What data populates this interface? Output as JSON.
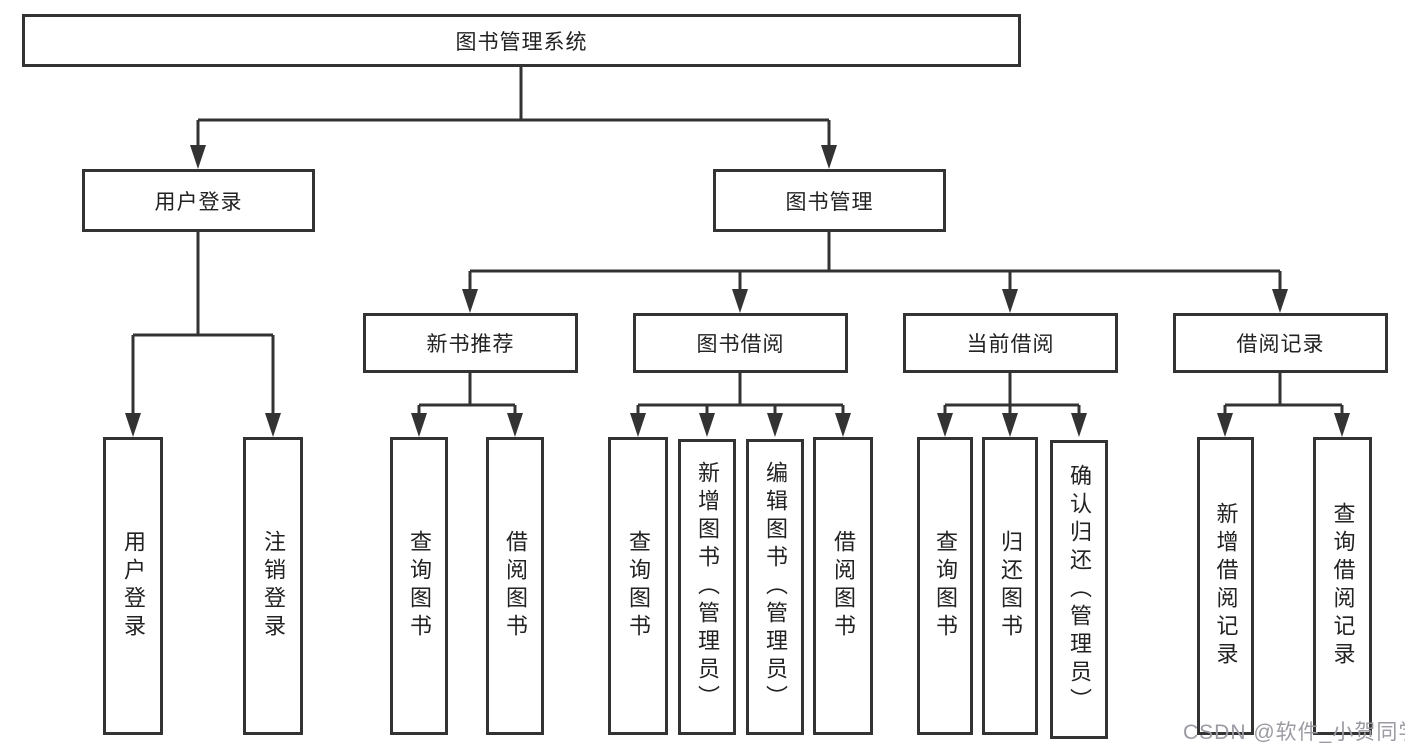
{
  "diagram": {
    "title": "图书管理系统",
    "root": {
      "label": "图书管理系统"
    },
    "level2": [
      {
        "label": "用户登录"
      },
      {
        "label": "图书管理"
      }
    ],
    "level3": [
      {
        "label": "新书推荐"
      },
      {
        "label": "图书借阅"
      },
      {
        "label": "当前借阅"
      },
      {
        "label": "借阅记录"
      }
    ],
    "leaves": [
      {
        "label": "用户登录",
        "parent": "用户登录"
      },
      {
        "label": "注销登录",
        "parent": "用户登录"
      },
      {
        "label": "查询图书",
        "parent": "新书推荐"
      },
      {
        "label": "借阅图书",
        "parent": "新书推荐"
      },
      {
        "label": "查询图书",
        "parent": "图书借阅"
      },
      {
        "label": "新增图书（管理员）",
        "parent": "图书借阅"
      },
      {
        "label": "编辑图书（管理员）",
        "parent": "图书借阅"
      },
      {
        "label": "借阅图书",
        "parent": "图书借阅"
      },
      {
        "label": "查询图书",
        "parent": "当前借阅"
      },
      {
        "label": "归还图书",
        "parent": "当前借阅"
      },
      {
        "label": "确认归还（管理员）",
        "parent": "当前借阅"
      },
      {
        "label": "新增借阅记录",
        "parent": "借阅记录"
      },
      {
        "label": "查询借阅记录",
        "parent": "借阅记录"
      }
    ]
  },
  "watermark": "CSDN @软件_小贺同学",
  "colors": {
    "line": "#333333",
    "box_border": "#333333",
    "text": "#222222",
    "watermark": "#9b9ba3",
    "background": "#ffffff"
  }
}
